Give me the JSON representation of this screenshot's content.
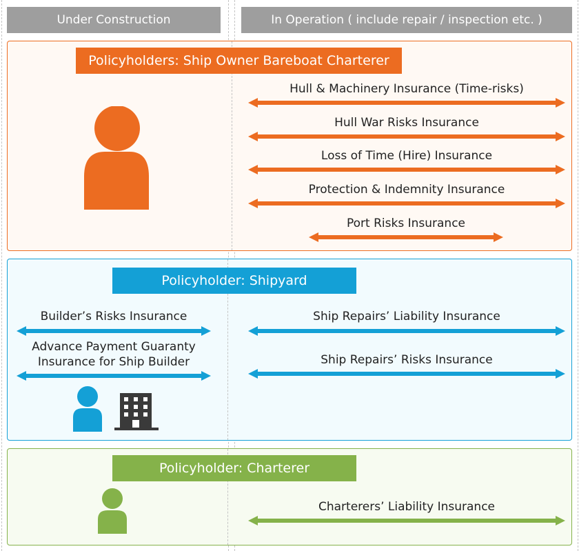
{
  "columns": {
    "under_construction": "Under Construction",
    "in_operation": "In Operation ( include repair / inspection etc. )"
  },
  "colors": {
    "orange": "#ec6c21",
    "blue": "#14a0d6",
    "green": "#85b24a",
    "header_gray": "#9e9e9e",
    "building_dark": "#3a3a3a"
  },
  "owner": {
    "label": "Policyholders: Ship Owner Bareboat Charterer",
    "insurances": [
      "Hull & Machinery Insurance (Time-risks)",
      "Hull War Risks Insurance",
      "Loss of Time (Hire) Insurance",
      "Protection & Indemnity Insurance",
      "Port Risks Insurance"
    ],
    "icon": "person-icon"
  },
  "shipyard": {
    "label": "Policyholder: Shipyard",
    "construction_insurances": [
      "Builder’s Risks Insurance",
      "Advance Payment Guaranty",
      "Insurance for Ship Builder"
    ],
    "operation_insurances": [
      "Ship Repairs’ Liability Insurance",
      "Ship Repairs’ Risks Insurance"
    ],
    "icons": [
      "person-icon",
      "building-icon"
    ]
  },
  "charterer": {
    "label": "Policyholder: Charterer",
    "insurances": [
      "Charterers’ Liability Insurance"
    ],
    "icon": "person-icon"
  }
}
